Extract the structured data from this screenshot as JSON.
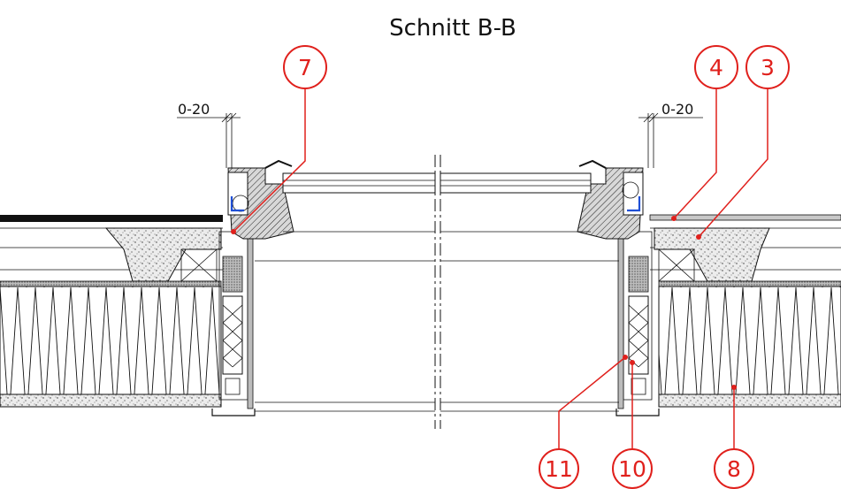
{
  "title": "Schnitt B-B",
  "dimensions": {
    "left": "0-20",
    "right": "0-20"
  },
  "callouts": [
    {
      "id": "callout-7",
      "label": "7"
    },
    {
      "id": "callout-4",
      "label": "4"
    },
    {
      "id": "callout-3",
      "label": "3"
    },
    {
      "id": "callout-11",
      "label": "11"
    },
    {
      "id": "callout-10",
      "label": "10"
    },
    {
      "id": "callout-8",
      "label": "8"
    }
  ],
  "colors": {
    "callout": "#e0201c",
    "line": "#111111",
    "accent": "#1f4fd6"
  }
}
